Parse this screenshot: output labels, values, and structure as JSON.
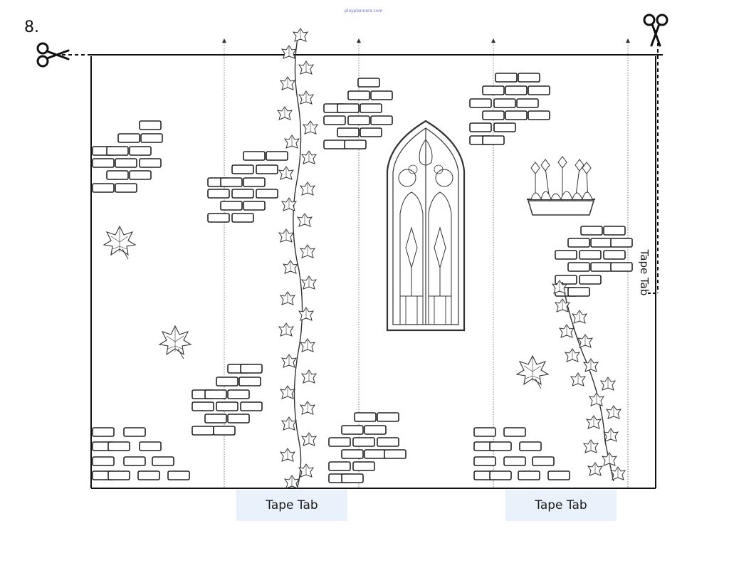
{
  "page": {
    "number": "8.",
    "logo_text": "playplanners.com"
  },
  "tape_tabs": {
    "bottom_left": "Tape Tab",
    "bottom_right": "Tape Tab",
    "side": "Tape Tab"
  },
  "icons": [
    "scissors-icon",
    "gothic-window-icon",
    "ivy-vine-icon",
    "maple-leaf-icon",
    "flower-box-icon",
    "brick-cluster-icon"
  ],
  "colors": {
    "line": "#222222",
    "tab_fill": "#e9f1fb"
  }
}
